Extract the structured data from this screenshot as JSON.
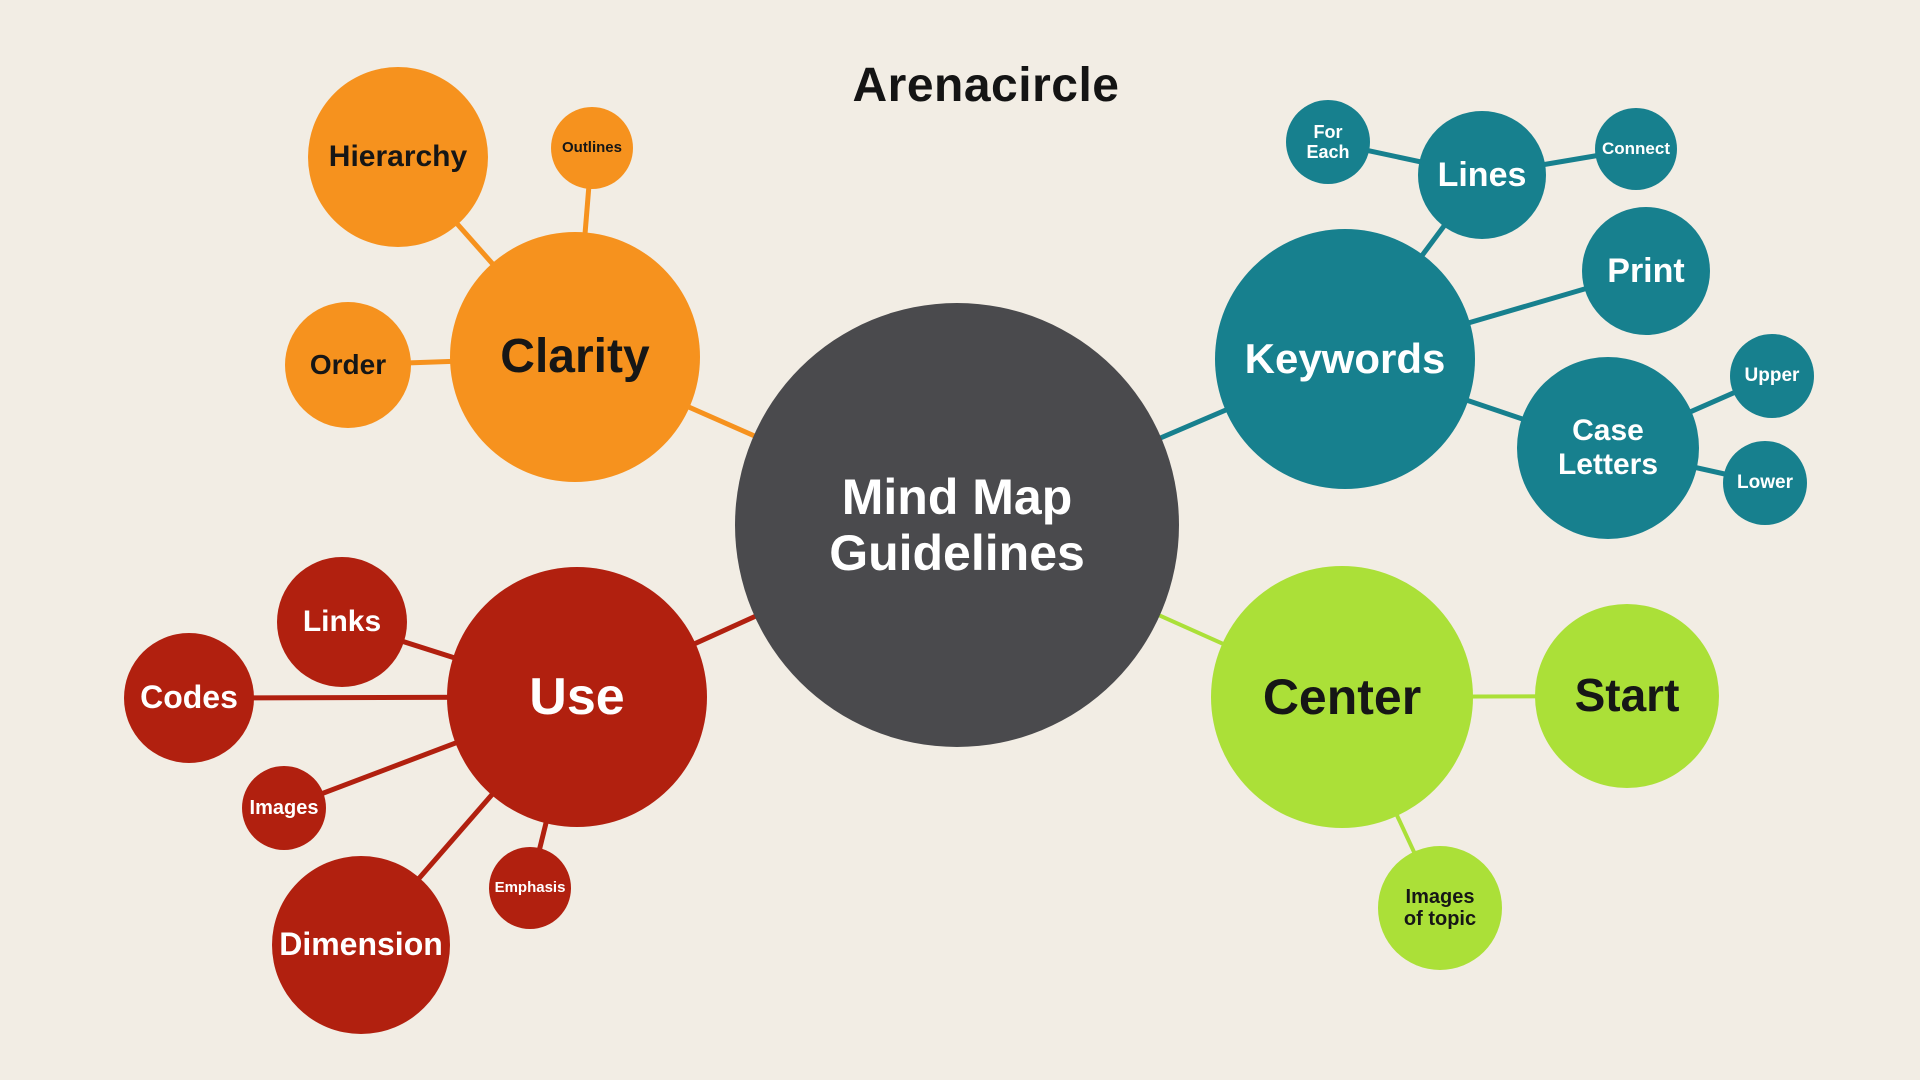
{
  "title": "Arenacircle",
  "colors": {
    "background": "#F2EDE4",
    "central_gray": "#4A4A4D",
    "clarity_orange": "#F6921E",
    "keywords_teal": "#17808E",
    "use_red": "#B1200F",
    "center_green": "#ABE038",
    "light_text": "#FFFFFF",
    "dark_text": "#161616"
  },
  "central": {
    "label": "Mind Map\nGuidelines"
  },
  "branches": {
    "clarity": {
      "label": "Clarity",
      "color": "#F6921E",
      "children": {
        "hierarchy": {
          "label": "Hierarchy"
        },
        "outlines": {
          "label": "Outlines"
        },
        "order": {
          "label": "Order"
        }
      }
    },
    "keywords": {
      "label": "Keywords",
      "color": "#17808E",
      "children": {
        "lines": {
          "label": "Lines",
          "children": {
            "for_each": {
              "label": "For\nEach"
            },
            "connect": {
              "label": "Connect"
            }
          }
        },
        "print": {
          "label": "Print"
        },
        "case_letters": {
          "label": "Case\nLetters",
          "children": {
            "upper": {
              "label": "Upper"
            },
            "lower": {
              "label": "Lower"
            }
          }
        }
      }
    },
    "use": {
      "label": "Use",
      "color": "#B1200F",
      "children": {
        "links": {
          "label": "Links"
        },
        "codes": {
          "label": "Codes"
        },
        "images": {
          "label": "Images"
        },
        "dimension": {
          "label": "Dimension"
        },
        "emphasis": {
          "label": "Emphasis"
        }
      }
    },
    "center": {
      "label": "Center",
      "color": "#ABE038",
      "children": {
        "start": {
          "label": "Start"
        },
        "images_of_topic": {
          "label": "Images\nof topic"
        }
      }
    }
  }
}
